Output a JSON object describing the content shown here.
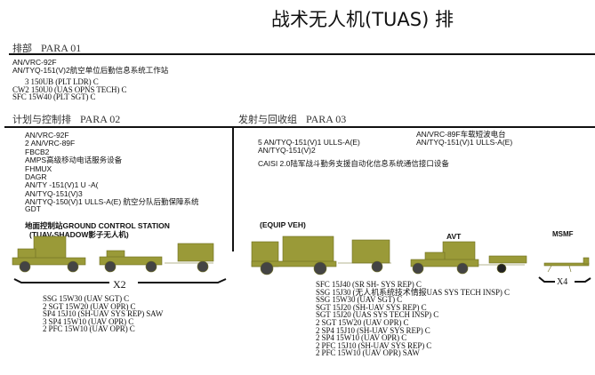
{
  "title": "战术无人机(TUAS)  排",
  "hq": {
    "label": "排部",
    "para": "PARA 01",
    "equipment": [
      "AN/VRC-92F",
      "AN/TYQ-151(V)2航空单位后勤信息系统工作站"
    ],
    "personnel": [
      "3 150UB (PLT LDR) C",
      "CW2 150U0 (UAS OPNS TECH) C",
      "SFC 15W40 (PLT SGT) C"
    ]
  },
  "planning": {
    "label": "计划与控制排",
    "para": "PARA 02",
    "equipment": [
      "AN/VRC-92F",
      "2 AN/VRC-89F",
      "FBCB2",
      "AMPS高级移动电话服务设备",
      "FHMUX",
      "DAGR",
      "AN/TY  -151(V)1 U     -A(",
      "AN/TYQ-151(V)3",
      "AN/TYQ-150(V)1 ULLS-A(E) 航空分队后勤保障系统",
      "GDT"
    ],
    "station_title": "地面控制站GROUND CONTROL STATION",
    "station_subtitle": "(TUAV-SHADOW影子无人机)",
    "multiplier": "X2",
    "personnel": [
      "SSG 15W30 (UAV  SGT) C",
      "2 SGT  15W20 (UAV  OPR) C",
      "SP4 15J10 (SH-UAV  SYS REP) SAW",
      "3 SP4  15W10 (UAV  OPR) C",
      "2 PFC  15W10 (UAV  OPR) C"
    ]
  },
  "launch": {
    "label": "发射与回收组",
    "para": "PARA 03",
    "equipment_left": [
      "5 AN/TYQ-151(V)1 ULLS-A(E)",
      "AN/TYQ-151(V)2"
    ],
    "equipment_right": [
      "AN/VRC-89F车载短波电台",
      "AN/TYQ-151(V)1 ULLS-A(E)"
    ],
    "caisi": "CAISI 2.0陆军战斗勤务支援自动化信息系统通信接口设备",
    "equip_veh": "(EQUIP VEH)",
    "avt": "AVT",
    "msmf": "MSMF",
    "multiplier": "X4",
    "personnel": [
      "SFC 15J40 (SR SH-         SYS REP) C",
      "SSG 15J30 (无人机系统技术情报UAS SYS TECH INSP) C",
      "SSG 15W30 (UAV  SGT) C",
      "SGT 15J20 (SH-UAV  SYS REP) C",
      "SGT 15J20 (UAS SYS TECH INSP) C",
      "2 SGT  15W20 (UAV  OPR) C",
      "2 SP4 15J10 (SH-UAV  SYS REP) C",
      "2 SP4  15W10 (UAV  OPR) C",
      "2 PFC  15J10 (SH-UAV  SYS REP) C",
      "2 PFC  15W10 (UAV  OPR) SAW"
    ]
  },
  "colors": {
    "vehicle": "#9a9a38",
    "vehicle_dark": "#6f6f22"
  }
}
